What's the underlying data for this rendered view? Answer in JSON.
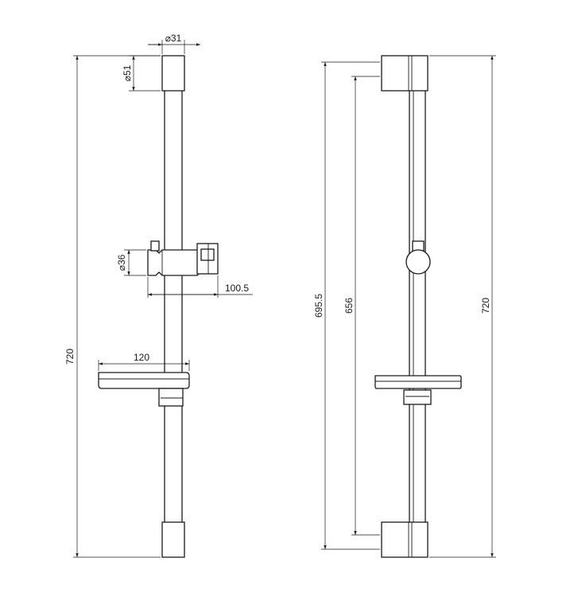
{
  "dimensions": {
    "tube_diameter": "⌀31",
    "bracket_diameter": "⌀51",
    "holder_diameter": "⌀36",
    "holder_projection": "100.5",
    "soap_dish_width": "120",
    "overall_height_left": "720",
    "bracket_span": "695.5",
    "bar_span": "656",
    "overall_height_right": "720"
  }
}
